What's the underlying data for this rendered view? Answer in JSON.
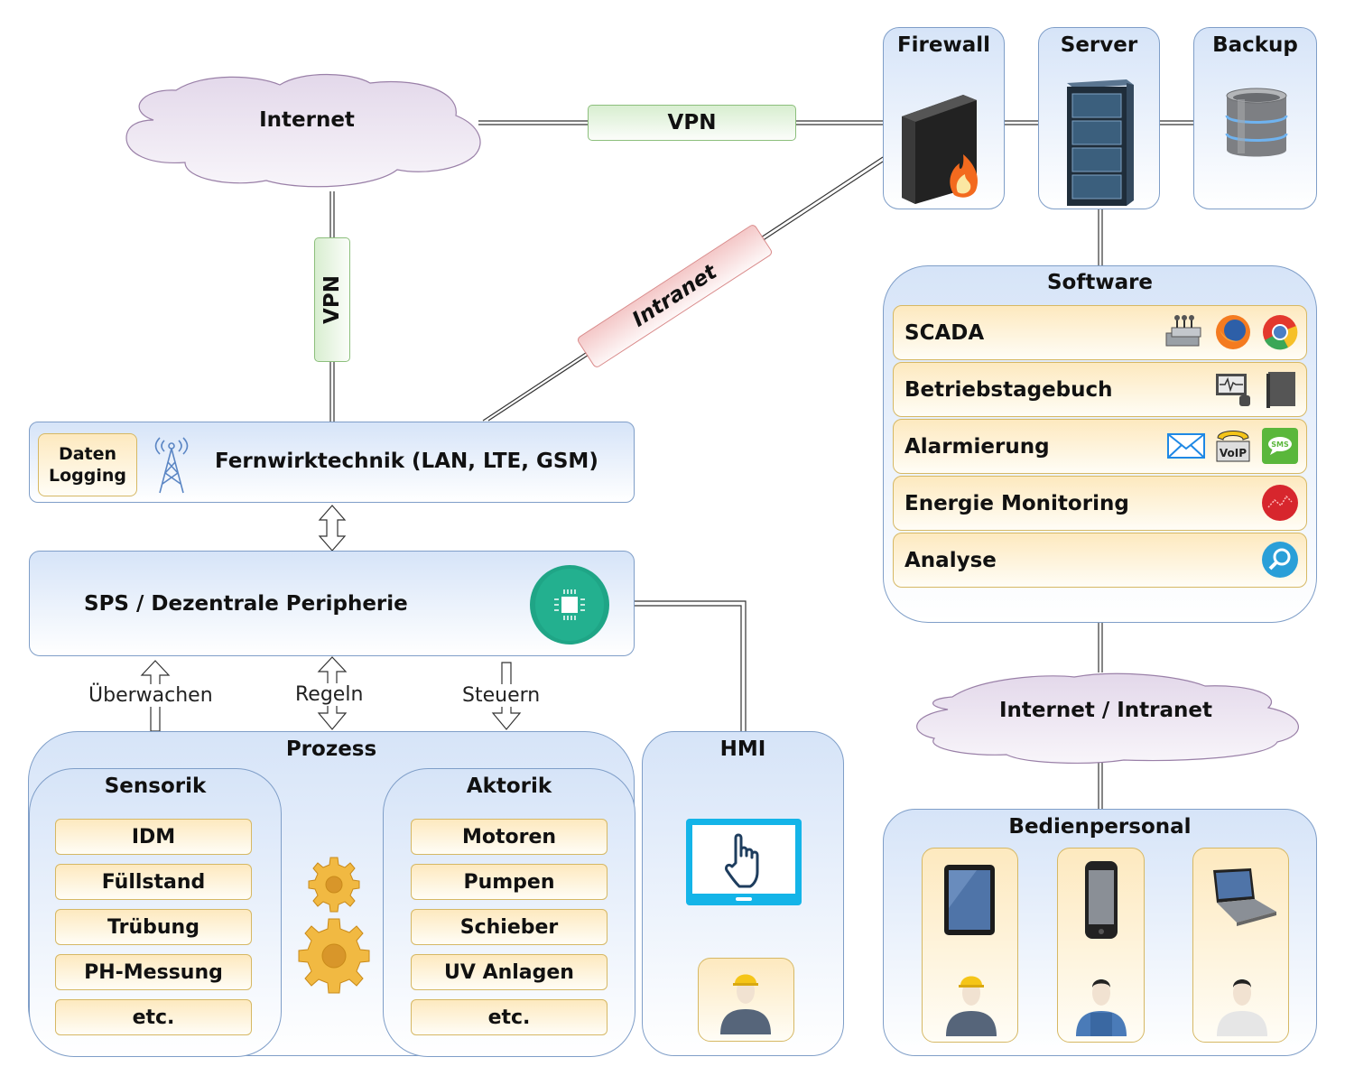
{
  "clouds": {
    "internet": "Internet",
    "internet_intranet": "Internet / Intranet"
  },
  "links": {
    "vpn_horizontal": "VPN",
    "vpn_vertical": "VPN",
    "intranet": "Intranet"
  },
  "infrastructure": [
    {
      "label": "Firewall",
      "icon": "firewall-icon"
    },
    {
      "label": "Server",
      "icon": "server-rack-icon"
    },
    {
      "label": "Backup",
      "icon": "database-icon"
    }
  ],
  "software": {
    "title": "Software",
    "rows": [
      {
        "label": "SCADA",
        "icons": [
          "scada-plant-icon",
          "firefox-icon",
          "chrome-icon"
        ]
      },
      {
        "label": "Betriebstagebuch",
        "icons": [
          "monitor-database-icon",
          "book-icon"
        ]
      },
      {
        "label": "Alarmierung",
        "icons": [
          "email-icon",
          "voip-phone-icon",
          "sms-icon"
        ]
      },
      {
        "label": "Energie Monitoring",
        "icons": [
          "line-chart-icon"
        ]
      },
      {
        "label": "Analyse",
        "icons": [
          "magnifier-icon"
        ]
      }
    ]
  },
  "fernwirk": {
    "badge_line1": "Daten",
    "badge_line2": "Logging",
    "title": "Fernwirktechnik (LAN, LTE, GSM)"
  },
  "sps": {
    "title": "SPS / Dezentrale Peripherie"
  },
  "actions": {
    "ueberwachen": "Überwachen",
    "regeln": "Regeln",
    "steuern": "Steuern"
  },
  "prozess": {
    "title": "Prozess",
    "sensorik": {
      "title": "Sensorik",
      "items": [
        "IDM",
        "Füllstand",
        "Trübung",
        "PH-Messung",
        "etc."
      ]
    },
    "aktorik": {
      "title": "Aktorik",
      "items": [
        "Motoren",
        "Pumpen",
        "Schieber",
        "UV Anlagen",
        "etc."
      ]
    }
  },
  "hmi": {
    "title": "HMI"
  },
  "bedienpersonal": {
    "title": "Bedienpersonal",
    "devices": [
      {
        "device": "tablet-icon",
        "person": "worker-hardhat-icon"
      },
      {
        "device": "smartphone-icon",
        "person": "worker-overalls-icon"
      },
      {
        "device": "laptop-icon",
        "person": "person-shirt-icon"
      }
    ]
  },
  "colors": {
    "box_border": "#7f9ec8",
    "box_fill_top": "#d6e4f8",
    "tile_border": "#d6b864",
    "tile_fill": "#fde9bf",
    "cloud_fill": "#e6dcec",
    "cloud_border": "#9a80a8",
    "vpn_fill": "#dcefd6",
    "vpn_border": "#8cbf7c",
    "intranet_fill": "#f6d0d0",
    "intranet_border": "#d98a8a",
    "sps_chip": "#1fa586",
    "hmi_tablet": "#14b4e8"
  }
}
